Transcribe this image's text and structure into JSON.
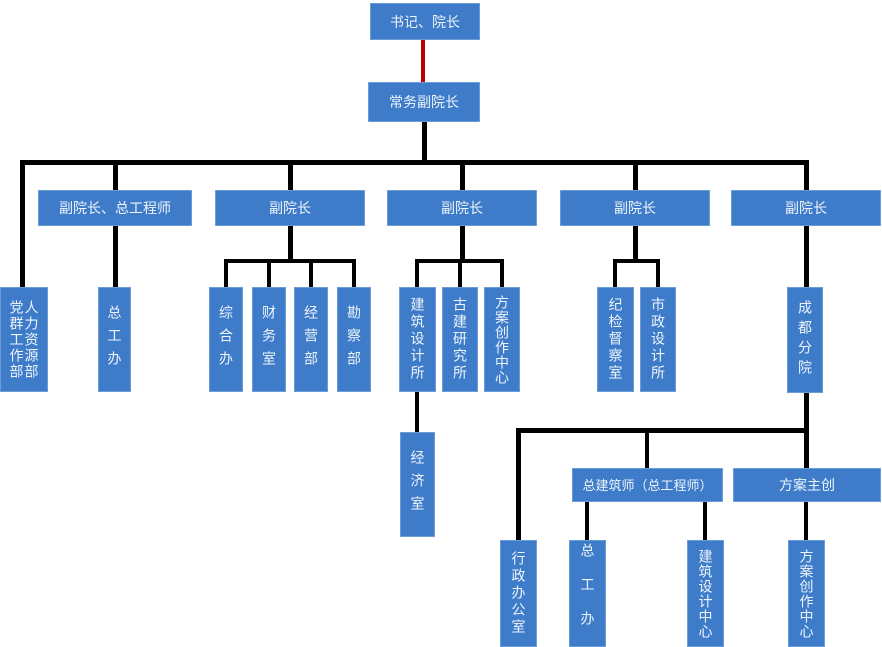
{
  "colors": {
    "node_fill": "#3E7CC9",
    "node_border": "#6C9CD8",
    "node_text": "#EDF4FB",
    "connector": "#000000",
    "connector_red": "#C00000"
  },
  "nodes": {
    "secretary_dean": {
      "label": "书记、院长"
    },
    "executive_vice_dean": {
      "label": "常务副院长"
    },
    "party_mass_dept": {
      "label": "党群工作部"
    },
    "hr_dept": {
      "label": "人力资源部"
    },
    "vice_dean_chief_engineer": {
      "label": "副院长、总工程师"
    },
    "chief_engineer_office": {
      "label": "总工办"
    },
    "vice_dean_1": {
      "label": "副院长"
    },
    "vice_dean_2": {
      "label": "副院长"
    },
    "vice_dean_3": {
      "label": "副院长"
    },
    "vice_dean_4": {
      "label": "副院长"
    },
    "general_office": {
      "label": "综合办"
    },
    "finance_office": {
      "label": "财务室"
    },
    "business_dept": {
      "label": "经营部"
    },
    "survey_dept": {
      "label": "勘察部"
    },
    "architectural_design_institute": {
      "label": "建筑设计所"
    },
    "ancient_architecture_institute": {
      "label": "古建研究所"
    },
    "scheme_creation_center": {
      "label": "方案创作中心"
    },
    "discipline_inspection_office": {
      "label": "纪检督察室"
    },
    "municipal_design_institute": {
      "label": "市政设计所"
    },
    "chengdu_branch": {
      "label": "成都分院"
    },
    "economy_office": {
      "label": "经济室"
    },
    "admin_office": {
      "label": "行政办公室"
    },
    "chief_architect": {
      "label": "总建筑师（总工程师）"
    },
    "scheme_lead": {
      "label": "方案主创"
    },
    "chief_engineer_office_chengdu": {
      "label": "总工办"
    },
    "architectural_design_center": {
      "label": "建筑设计中心"
    },
    "scheme_creation_center_chengdu": {
      "label": "方案创作中心"
    }
  },
  "edges": [
    {
      "from": "secretary_dean",
      "to": "executive_vice_dean",
      "style": "red"
    },
    {
      "from": "executive_vice_dean",
      "to": "party_mass_dept"
    },
    {
      "from": "executive_vice_dean",
      "to": "hr_dept"
    },
    {
      "from": "executive_vice_dean",
      "to": "vice_dean_chief_engineer"
    },
    {
      "from": "executive_vice_dean",
      "to": "vice_dean_1"
    },
    {
      "from": "executive_vice_dean",
      "to": "vice_dean_2"
    },
    {
      "from": "executive_vice_dean",
      "to": "vice_dean_3"
    },
    {
      "from": "executive_vice_dean",
      "to": "vice_dean_4"
    },
    {
      "from": "vice_dean_chief_engineer",
      "to": "chief_engineer_office"
    },
    {
      "from": "vice_dean_1",
      "to": "general_office"
    },
    {
      "from": "vice_dean_1",
      "to": "finance_office"
    },
    {
      "from": "vice_dean_1",
      "to": "business_dept"
    },
    {
      "from": "vice_dean_1",
      "to": "survey_dept"
    },
    {
      "from": "vice_dean_2",
      "to": "architectural_design_institute"
    },
    {
      "from": "vice_dean_2",
      "to": "ancient_architecture_institute"
    },
    {
      "from": "vice_dean_2",
      "to": "scheme_creation_center"
    },
    {
      "from": "architectural_design_institute",
      "to": "economy_office"
    },
    {
      "from": "vice_dean_3",
      "to": "discipline_inspection_office"
    },
    {
      "from": "vice_dean_3",
      "to": "municipal_design_institute"
    },
    {
      "from": "vice_dean_4",
      "to": "chengdu_branch"
    },
    {
      "from": "chengdu_branch",
      "to": "admin_office"
    },
    {
      "from": "chengdu_branch",
      "to": "chief_architect"
    },
    {
      "from": "chengdu_branch",
      "to": "scheme_lead"
    },
    {
      "from": "chief_architect",
      "to": "chief_engineer_office_chengdu"
    },
    {
      "from": "chief_architect",
      "to": "architectural_design_center"
    },
    {
      "from": "scheme_lead",
      "to": "scheme_creation_center_chengdu"
    }
  ]
}
